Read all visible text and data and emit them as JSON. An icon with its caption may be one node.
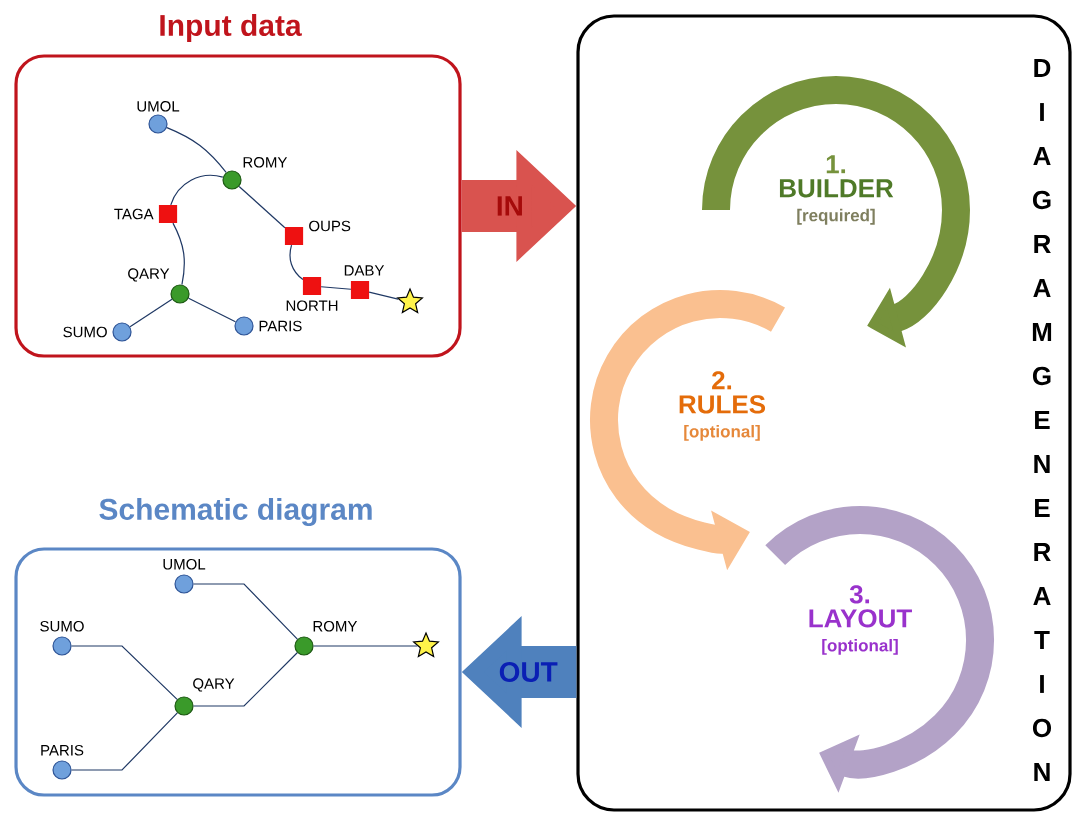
{
  "diagram": {
    "nodes": [
      {
        "text": [
          "Input data"
        ]
      },
      {
        "text": [],
        "shape": "circle",
        "beside": [
          "UMOL"
        ],
        "in": 0
      },
      {
        "text": [],
        "shape": "circle",
        "beside": [
          "ROMY"
        ],
        "in": 0
      },
      {
        "text": [],
        "shape": "box",
        "beside": [
          "TAGA"
        ],
        "in": 0
      },
      {
        "text": [],
        "shape": "box",
        "beside": [
          "OUPS"
        ],
        "in": 0
      },
      {
        "text": [],
        "shape": "circle",
        "beside": [
          "QARY"
        ],
        "in": 0
      },
      {
        "text": [],
        "shape": "box",
        "beside": [
          "NORTH"
        ],
        "in": 0
      },
      {
        "text": [],
        "shape": "box",
        "beside": [
          "DABY"
        ],
        "in": 0
      },
      {
        "text": [],
        "shape": "star",
        "in": 0
      },
      {
        "text": [],
        "shape": "circle",
        "beside": [
          "SUMO"
        ],
        "in": 0
      },
      {
        "text": [],
        "shape": "circle",
        "beside": [
          "PARIS"
        ],
        "in": 0
      },
      {
        "text": [
          "DIAGRAM GENERATION"
        ]
      },
      {
        "text": [
          "1.",
          "BUILDER",
          "[required]"
        ],
        "in": 11
      },
      {
        "text": [
          "2.",
          "RULES",
          "[optional]"
        ],
        "in": 11
      },
      {
        "text": [
          "3.",
          "LAYOUT",
          "[optional]"
        ],
        "in": 11
      },
      {
        "text": [
          "Schematic diagram"
        ]
      },
      {
        "text": [],
        "shape": "circle",
        "beside": [
          "UMOL"
        ],
        "in": 15
      },
      {
        "text": [],
        "shape": "circle",
        "beside": [
          "SUMO"
        ],
        "in": 15
      },
      {
        "text": [],
        "shape": "circle",
        "beside": [
          "ROMY"
        ],
        "in": 15
      },
      {
        "text": [],
        "shape": "star",
        "in": 15
      },
      {
        "text": [],
        "shape": "circle",
        "beside": [
          "QARY"
        ],
        "in": 15
      },
      {
        "text": [],
        "shape": "circle",
        "beside": [
          "PARIS"
        ],
        "in": 15
      }
    ],
    "edges": [
      {
        "from": 0,
        "to": 11,
        "arrow": "to",
        "label": "IN",
        "style": "thick",
        "color": "#d9534f"
      },
      {
        "from": 11,
        "to": 15,
        "arrow": "to",
        "label": "OUT",
        "style": "thick",
        "color": "#4f81bd"
      },
      {
        "from": 1,
        "to": 2,
        "arrow": "none"
      },
      {
        "from": 2,
        "to": 3,
        "arrow": "none"
      },
      {
        "from": 3,
        "to": 5,
        "arrow": "none"
      },
      {
        "from": 2,
        "to": 4,
        "arrow": "none"
      },
      {
        "from": 4,
        "to": 6,
        "arrow": "none"
      },
      {
        "from": 6,
        "to": 7,
        "arrow": "none"
      },
      {
        "from": 7,
        "to": 8,
        "arrow": "none"
      },
      {
        "from": 5,
        "to": 9,
        "arrow": "none"
      },
      {
        "from": 5,
        "to": 10,
        "arrow": "none"
      },
      {
        "from": 16,
        "to": 18,
        "arrow": "none"
      },
      {
        "from": 18,
        "to": 19,
        "arrow": "none"
      },
      {
        "from": 20,
        "to": 18,
        "arrow": "none"
      },
      {
        "from": 17,
        "to": 20,
        "arrow": "none"
      },
      {
        "from": 21,
        "to": 20,
        "arrow": "none"
      }
    ]
  }
}
